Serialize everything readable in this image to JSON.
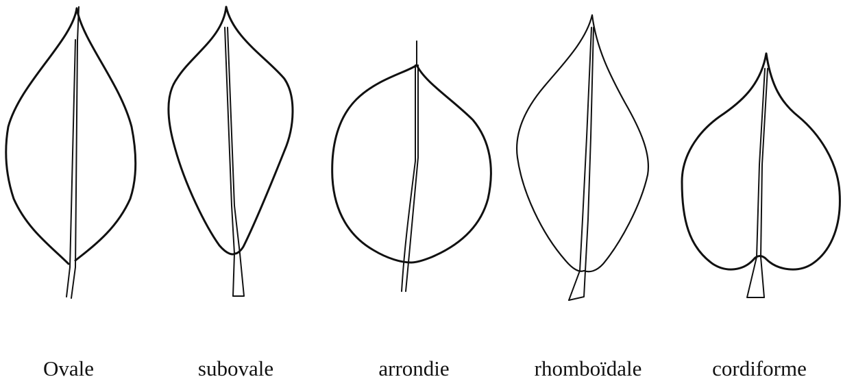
{
  "leaves": [
    {
      "label": "Ovale",
      "shape": "ovale"
    },
    {
      "label": "subovale",
      "shape": "subovale"
    },
    {
      "label": "arrondie",
      "shape": "arrondie"
    },
    {
      "label": "rhomboïdale",
      "shape": "rhomboidale"
    },
    {
      "label": "cordiforme",
      "shape": "cordiforme"
    }
  ],
  "colors": {
    "line": "#111111",
    "background": "#ffffff"
  }
}
